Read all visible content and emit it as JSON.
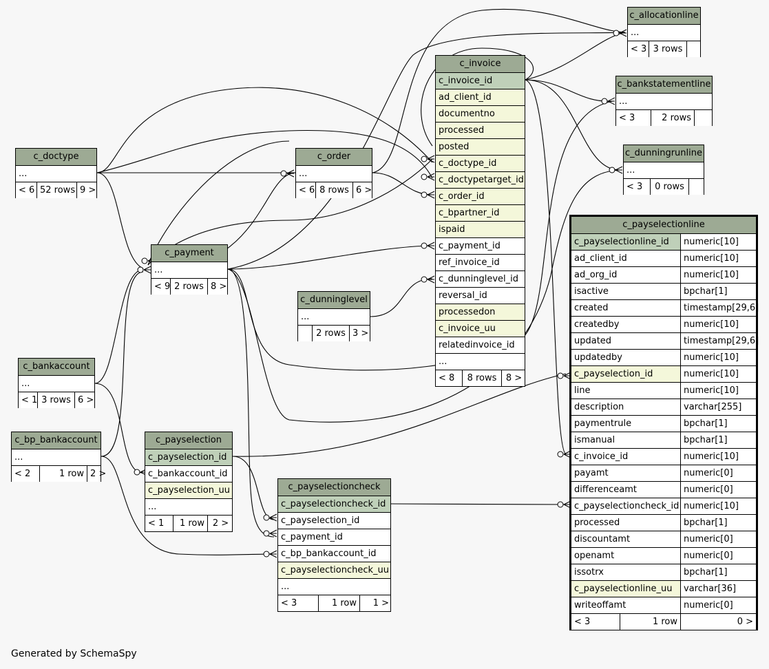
{
  "footer": "Generated by SchemaSpy",
  "tables": {
    "c_doctype": {
      "name": "c_doctype",
      "ellipsis": "...",
      "nav": [
        "< 6",
        "52 rows",
        "9 >"
      ]
    },
    "c_order": {
      "name": "c_order",
      "ellipsis": "...",
      "nav": [
        "< 6",
        "8 rows",
        "6 >"
      ]
    },
    "c_payment": {
      "name": "c_payment",
      "ellipsis": "...",
      "nav": [
        "< 9",
        "2 rows",
        "8 >"
      ]
    },
    "c_bankaccount": {
      "name": "c_bankaccount",
      "ellipsis": "...",
      "nav": [
        "< 1",
        "3 rows",
        "6 >"
      ]
    },
    "c_bp_bankaccount": {
      "name": "c_bp_bankaccount",
      "ellipsis": "...",
      "nav": [
        "< 2",
        "1 row",
        "2 >"
      ]
    },
    "c_payselection": {
      "name": "c_payselection",
      "cols": [
        "c_payselection_id",
        "c_bankaccount_id",
        "c_payselection_uu",
        "..."
      ],
      "nav": [
        "< 1",
        "1 row",
        "2 >"
      ]
    },
    "c_payselectioncheck": {
      "name": "c_payselectioncheck",
      "cols": [
        "c_payselectioncheck_id",
        "c_payselection_id",
        "c_payment_id",
        "c_bp_bankaccount_id",
        "c_payselectioncheck_uu",
        "..."
      ],
      "nav": [
        "< 3",
        "1 row",
        "1 >"
      ]
    },
    "c_dunninglevel": {
      "name": "c_dunninglevel",
      "ellipsis": "...",
      "nav": [
        "",
        "2 rows",
        "3 >"
      ]
    },
    "c_invoice": {
      "name": "c_invoice",
      "cols": [
        "c_invoice_id",
        "ad_client_id",
        "documentno",
        "processed",
        "posted",
        "c_doctype_id",
        "c_doctypetarget_id",
        "c_order_id",
        "c_bpartner_id",
        "ispaid",
        "c_payment_id",
        "ref_invoice_id",
        "c_dunninglevel_id",
        "reversal_id",
        "processedon",
        "c_invoice_uu",
        "relatedinvoice_id",
        "..."
      ],
      "nav": [
        "< 8",
        "8 rows",
        "8 >"
      ]
    },
    "c_allocationline": {
      "name": "c_allocationline",
      "ellipsis": "...",
      "nav": [
        "< 3",
        "3 rows",
        ""
      ]
    },
    "c_bankstatementline": {
      "name": "c_bankstatementline",
      "ellipsis": "...",
      "nav": [
        "< 3",
        "2 rows",
        ""
      ]
    },
    "c_dunningrunline": {
      "name": "c_dunningrunline",
      "ellipsis": "...",
      "nav": [
        "< 3",
        "0 rows",
        ""
      ]
    },
    "c_payselectionline": {
      "name": "c_payselectionline",
      "cols": [
        [
          "c_payselectionline_id",
          "numeric[10]"
        ],
        [
          "ad_client_id",
          "numeric[10]"
        ],
        [
          "ad_org_id",
          "numeric[10]"
        ],
        [
          "isactive",
          "bpchar[1]"
        ],
        [
          "created",
          "timestamp[29,6]"
        ],
        [
          "createdby",
          "numeric[10]"
        ],
        [
          "updated",
          "timestamp[29,6]"
        ],
        [
          "updatedby",
          "numeric[10]"
        ],
        [
          "c_payselection_id",
          "numeric[10]"
        ],
        [
          "line",
          "numeric[10]"
        ],
        [
          "description",
          "varchar[255]"
        ],
        [
          "paymentrule",
          "bpchar[1]"
        ],
        [
          "ismanual",
          "bpchar[1]"
        ],
        [
          "c_invoice_id",
          "numeric[10]"
        ],
        [
          "payamt",
          "numeric[0]"
        ],
        [
          "differenceamt",
          "numeric[0]"
        ],
        [
          "c_payselectioncheck_id",
          "numeric[10]"
        ],
        [
          "processed",
          "bpchar[1]"
        ],
        [
          "discountamt",
          "numeric[0]"
        ],
        [
          "openamt",
          "numeric[0]"
        ],
        [
          "issotrx",
          "bpchar[1]"
        ],
        [
          "c_payselectionline_uu",
          "varchar[36]"
        ],
        [
          "writeoffamt",
          "numeric[0]"
        ]
      ],
      "nav": [
        "< 3",
        "1 row",
        "0 >"
      ]
    }
  },
  "colors": {
    "header": "#9daa94",
    "primary_key": "#bfd0b9",
    "indexed": "#f4f7da",
    "background": "#f7f7f7"
  }
}
